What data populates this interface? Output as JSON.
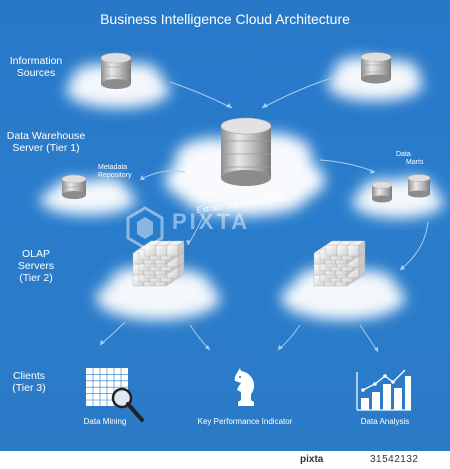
{
  "title": "Business Intelligence Cloud Architecture",
  "tiers": {
    "information_sources": [
      "Information",
      "Sources"
    ],
    "data_warehouse": [
      "Data Warehouse",
      "Server (Tier 1)"
    ],
    "olap": [
      "OLAP Servers",
      "(Tier 2)"
    ],
    "clients": [
      "Clients",
      "(Tier 3)"
    ]
  },
  "labels": {
    "metadata": [
      "Metadata",
      "Repository"
    ],
    "data_marts": [
      "Data",
      "Marts"
    ],
    "etl": "Extract Transform Load"
  },
  "clients": {
    "data_mining": "Data Mining",
    "kpi": "Key Performance Indicator",
    "data_analysis": "Data Analysis"
  },
  "watermark": "PIXTA",
  "footer": {
    "brand": "pixta",
    "image_id": "31542132"
  },
  "colors": {
    "background": "#2a7acb",
    "cloud": "#ffffff",
    "text": "#ffffff"
  },
  "icons": [
    "database-icon",
    "cube-icon",
    "grid-magnifier-icon",
    "chess-knight-icon",
    "bar-chart-icon"
  ]
}
